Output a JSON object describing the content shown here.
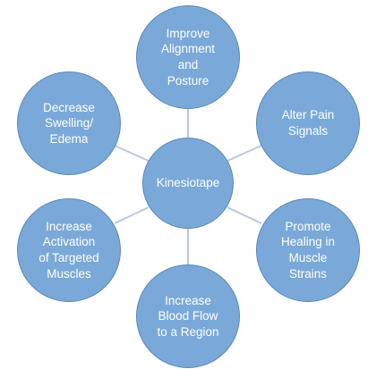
{
  "colors": {
    "node_fill": "#7aa9d9",
    "node_border": "#5b88b7",
    "connector": "#b9c9df",
    "text": "#ffffff"
  },
  "center": {
    "label": "Kinesiotape"
  },
  "nodes": [
    {
      "id": "top",
      "lines": [
        "Improve",
        "Alignment",
        "and",
        "Posture"
      ]
    },
    {
      "id": "top-right",
      "lines": [
        "Alter Pain",
        "Signals"
      ]
    },
    {
      "id": "bottom-right",
      "lines": [
        "Promote",
        "Healing in",
        "Muscle",
        "Strains"
      ]
    },
    {
      "id": "bottom",
      "lines": [
        "Increase",
        "Blood Flow",
        "to a Region"
      ]
    },
    {
      "id": "bottom-left",
      "lines": [
        "Increase",
        "Activation",
        "of Targeted",
        "Muscles"
      ]
    },
    {
      "id": "top-left",
      "lines": [
        "Decrease",
        "Swelling/",
        "Edema"
      ]
    }
  ]
}
